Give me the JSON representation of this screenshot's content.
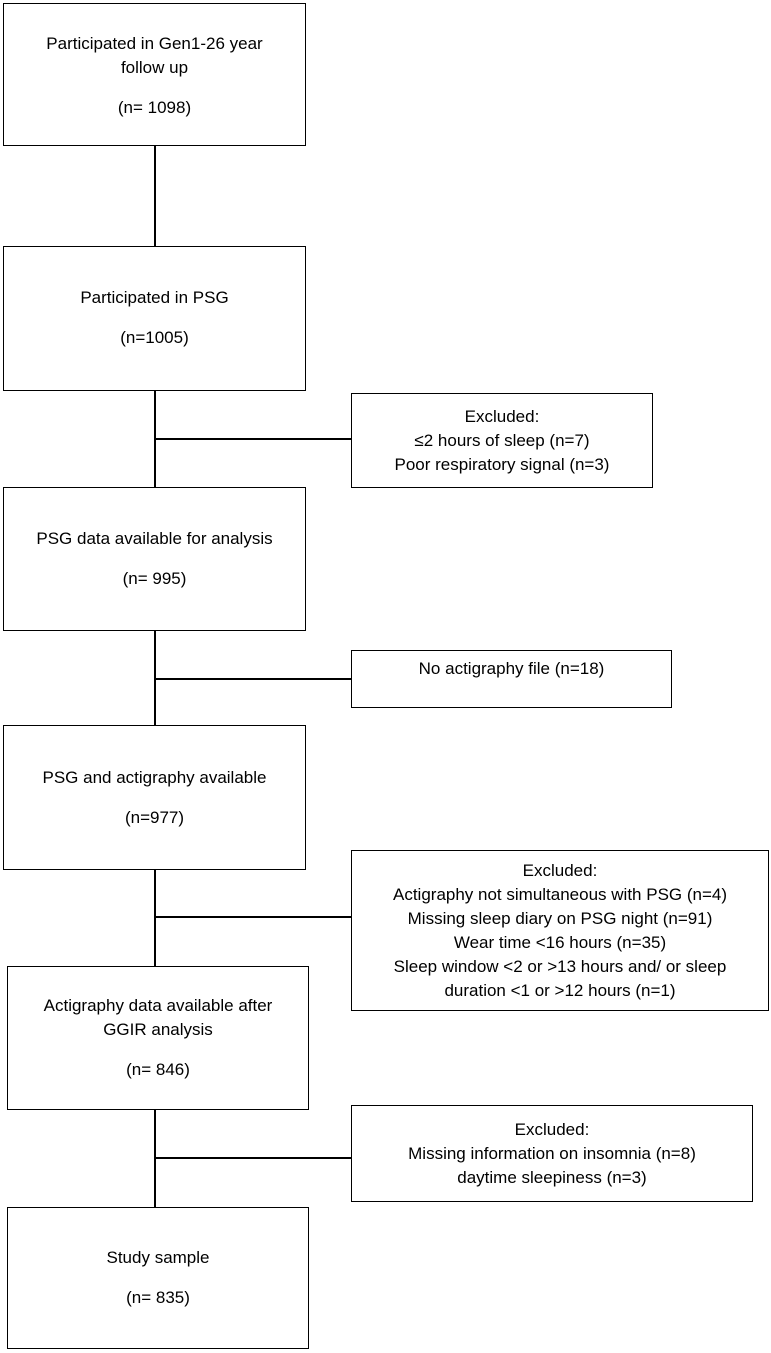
{
  "steps": [
    {
      "lines": [
        "Participated in Gen1-26 year",
        "follow up"
      ],
      "n": "(n= 1098)"
    },
    {
      "lines": [
        "Participated in PSG"
      ],
      "n": "(n=1005)"
    },
    {
      "lines": [
        "PSG data available for analysis"
      ],
      "n": "(n= 995)"
    },
    {
      "lines": [
        "PSG and actigraphy available"
      ],
      "n": "(n=977)"
    },
    {
      "lines": [
        "Actigraphy data available after",
        "GGIR analysis"
      ],
      "n": "(n= 846)"
    },
    {
      "lines": [
        "Study sample"
      ],
      "n": "(n= 835)"
    }
  ],
  "exclusions": [
    {
      "lines": [
        "Excluded:",
        "≤2 hours of sleep (n=7)",
        "Poor respiratory signal (n=3)"
      ]
    },
    {
      "lines": [
        "No actigraphy file (n=18)"
      ]
    },
    {
      "lines": [
        "Excluded:",
        "Actigraphy not simultaneous with PSG (n=4)",
        "Missing sleep diary on PSG night (n=91)",
        "Wear time <16 hours (n=35)",
        "Sleep window <2 or >13 hours and/ or sleep",
        "duration <1 or >12 hours (n=1)"
      ]
    },
    {
      "lines": [
        "Excluded:",
        "Missing information on insomnia (n=8)",
        "daytime sleepiness (n=3)"
      ]
    }
  ]
}
